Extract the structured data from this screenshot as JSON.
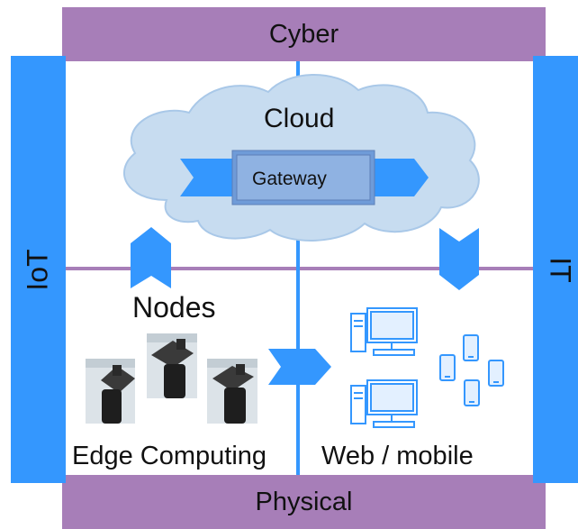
{
  "quadrant_labels": {
    "top": "Cyber",
    "bottom": "Physical",
    "left": "IoT",
    "right": "IT"
  },
  "cloud": {
    "label": "Cloud",
    "gateway_label": "Gateway"
  },
  "nodes": {
    "label": "Nodes",
    "caption": "Edge Computing"
  },
  "clients": {
    "caption": "Web / mobile"
  },
  "colors": {
    "purple": "#A77EB8",
    "blue": "#3497FE",
    "cloud_fill": "#C7DCF0",
    "gateway_fill": "#6F9BD8"
  }
}
